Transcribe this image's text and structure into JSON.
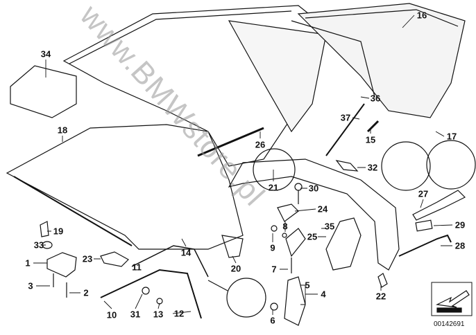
{
  "diagram": {
    "part_numbers": [
      "34",
      "16",
      "18",
      "36",
      "37",
      "15",
      "17",
      "26",
      "32",
      "21",
      "30",
      "24",
      "27",
      "29",
      "28",
      "19",
      "33",
      "8",
      "9",
      "35",
      "25",
      "1",
      "23",
      "14",
      "11",
      "20",
      "7",
      "5",
      "4",
      "3",
      "2",
      "10",
      "31",
      "13",
      "12",
      "6",
      "22"
    ],
    "drawing_code": "00142691",
    "watermark": "www.BMWstore.pl",
    "line_color": "#111111",
    "watermark_color": "#999999"
  }
}
